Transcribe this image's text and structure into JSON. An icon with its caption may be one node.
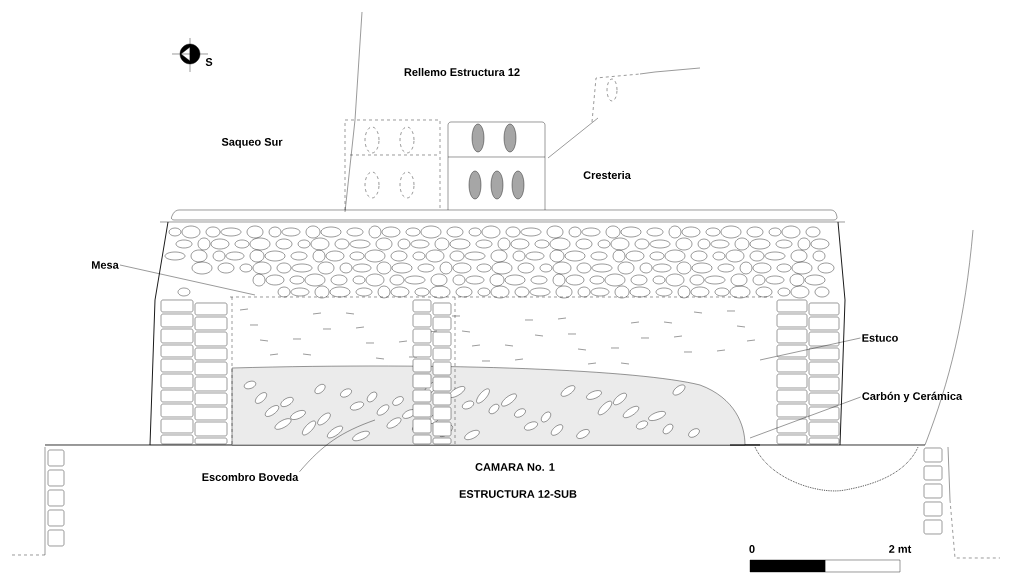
{
  "diagram": {
    "nodes": [
      {
        "text": [
          "Mesa"
        ]
      },
      {
        "text": [
          "Escombro Boveda"
        ]
      },
      {
        "text": [
          "Estuco"
        ]
      },
      {
        "text": [
          "Carbón y Cerámica"
        ]
      }
    ],
    "edges": [
      {
        "from": 0,
        "to": null,
        "arrow": "none"
      },
      {
        "from": 1,
        "to": null,
        "arrow": "none"
      },
      {
        "from": 2,
        "to": null,
        "arrow": "none"
      },
      {
        "from": 3,
        "to": null,
        "arrow": "none"
      }
    ],
    "labels": [
      "S",
      "Rellemo Estructura 12",
      "Saqueo Sur",
      "Cresteria",
      "CAMARA No. 1",
      "ESTRUCTURA 12-SUB",
      "0",
      "2 mt"
    ]
  }
}
